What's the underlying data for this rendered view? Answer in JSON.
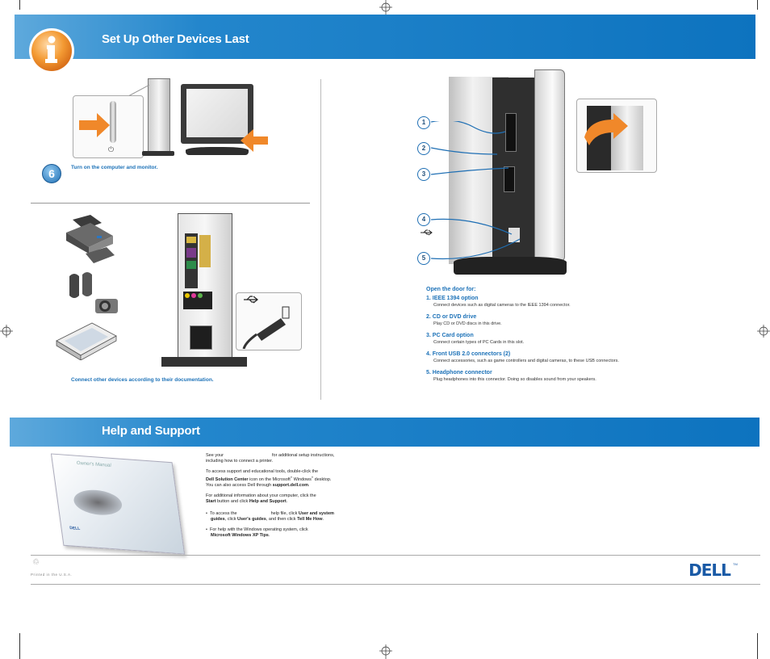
{
  "section_top": {
    "title": "Set Up Other Devices Last"
  },
  "step6": {
    "number": "6",
    "caption": "Turn on the computer and monitor."
  },
  "devices": {
    "caption": "Connect other devices according to their documentation."
  },
  "door": {
    "heading": "Open the door for:",
    "items": [
      {
        "callout": "1",
        "title": "1. IEEE 1394 option",
        "desc": "Connect devices such as digital cameras to the IEEE 1394 connector."
      },
      {
        "callout": "2",
        "title": "2. CD or DVD drive",
        "desc": "Play CD or DVD discs in this drive."
      },
      {
        "callout": "3",
        "title": "3. PC Card option",
        "desc": "Connect certain types of PC Cards in this slot."
      },
      {
        "callout": "4",
        "title": "4. Front USB 2.0 connectors (2)",
        "desc": "Connect accessories, such as game controllers and digital cameras, to these USB connectors."
      },
      {
        "callout": "5",
        "title": "5. Headphone connector",
        "desc": "Plug headphones into this connector. Doing so disables sound from your speakers."
      }
    ]
  },
  "section_help": {
    "title": "Help and Support"
  },
  "help": {
    "p1a": "See your",
    "p1b": "for additional setup instructions,",
    "p1c": "including how to connect a printer.",
    "p2a": "To access support and educational tools, double-click the",
    "p2b_bold": "Dell Solution Center",
    "p2b": " icon on the Microsoft",
    "p2c": " Windows",
    "p2d": " desktop.",
    "p2e": "You can also access Dell through ",
    "p2f_bold": "support.dell.com",
    "p2g": ".",
    "p3a": "For additional information about your computer, click the",
    "p3b_bold": "Start",
    "p3c": " button and click ",
    "p3d_bold": "Help and Support",
    "p3e": ".",
    "b1a": "To access the",
    "b1b": "help file, click ",
    "b1c_bold": "User and system",
    "b1d_bold": "guides",
    "b1e": ", click ",
    "b1f_bold": "User's guides",
    "b1g": ", and then click ",
    "b1h_bold": "Tell Me How",
    "b1i": ".",
    "b2a": "For help with the Windows operating system, click",
    "b2b_bold": "Microsoft Windows XP Tips",
    "b2c": ".",
    "manual_title": "Owner's Manual",
    "manual_brand": "DELL"
  },
  "footer": {
    "printed": "Printed in the U.S.A.",
    "logo": "DELL",
    "tm": "TM",
    "recycle": "♲"
  },
  "colors": {
    "banner": "#0d73bf",
    "accent": "#1d72b8",
    "orange": "#f08a1c"
  }
}
